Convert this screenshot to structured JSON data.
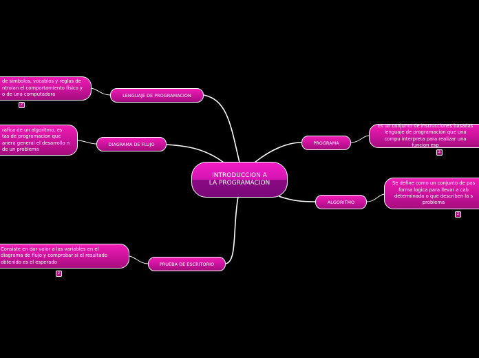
{
  "center": {
    "title": "INTRODUCCION A LA PROGRAMACION"
  },
  "topics": {
    "lenguaje": "LENGUAJE DE PROGRAMACION",
    "diagrama": "DIAGRAMA DE FLUJO",
    "prueba": "PRUEBA DE ESCRITORIO",
    "programa": "PROGRAMA",
    "algoritmo": "ALGORITMO"
  },
  "descriptions": {
    "lenguaje": "de simbolos, vocablos y reglas de ntrolan el comportamiento físico y o de una computadora",
    "diagrama": "rafica de un algoritmo, es tas de programacion que anera general el desarrollo n de un problema",
    "prueba": "Consiste en dar valor a las variables en el diagrama de flujo y comprobar si el resultado obtenido es el esperado",
    "programa": "Es un conjunto de instrucciones basadas lenguaje de programacion que una compu interpreta para realizar una funcion esp",
    "algoritmo": "Se define como un conjunto de pas forma logica para llevar a cab determinada o que describen la s problema"
  },
  "badge_label": "2",
  "colors": {
    "background": "#000000",
    "node": "#d414a6",
    "link": "#ffffff"
  }
}
